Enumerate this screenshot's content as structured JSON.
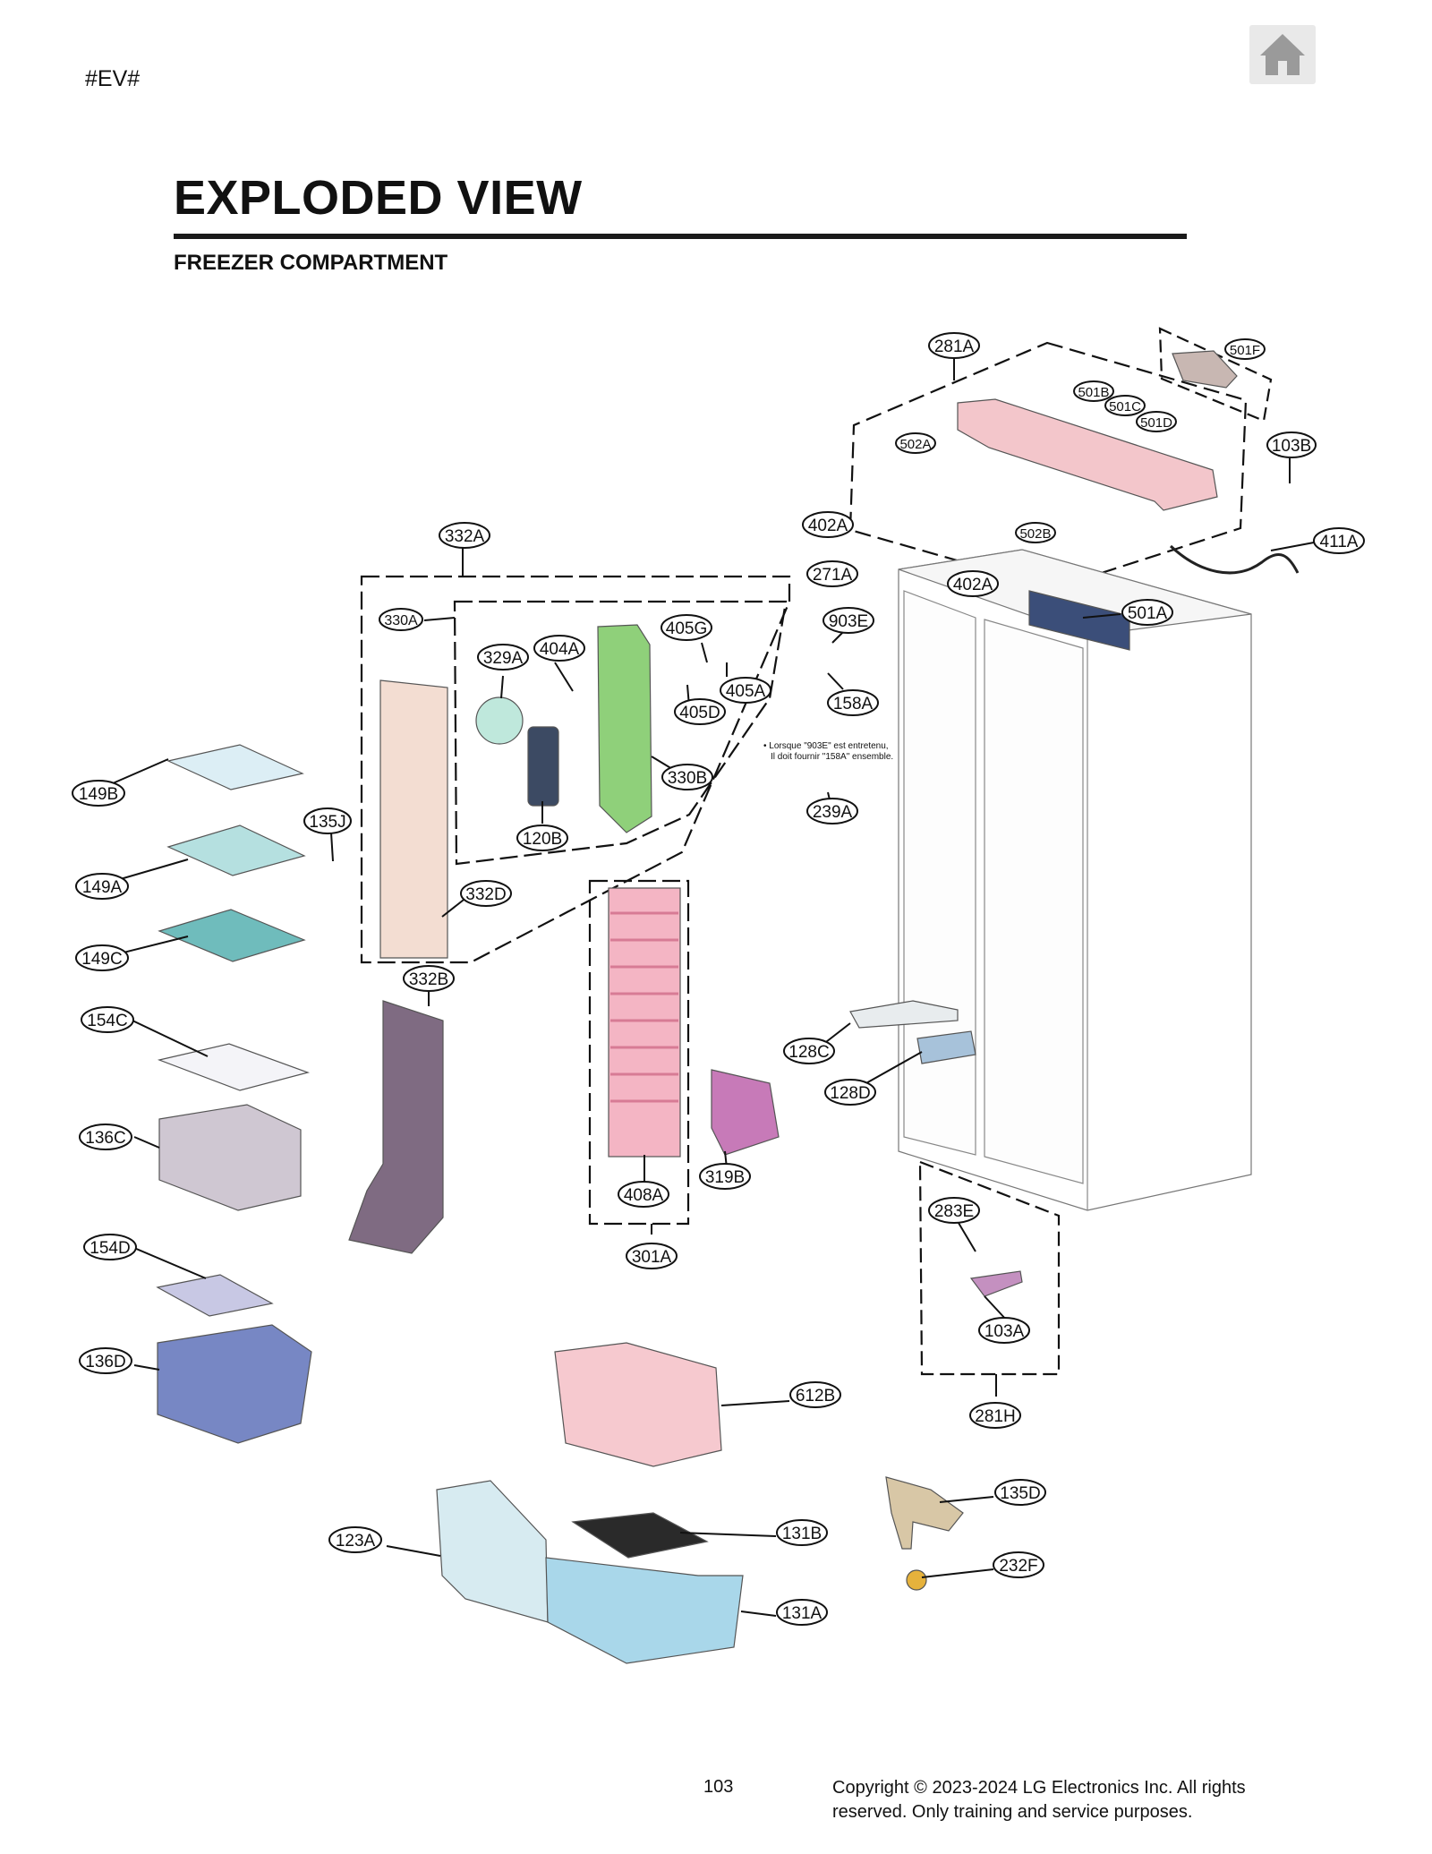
{
  "header": {
    "tag": "#EV#",
    "title": "EXPLODED VIEW",
    "subtitle": "FREEZER COMPARTMENT",
    "home_icon": "home-icon"
  },
  "diagram": {
    "callouts": {
      "281A": "281A",
      "501F": "501F",
      "501B": "501B",
      "501C": "501C",
      "501D": "501D",
      "502A": "502A",
      "103B": "103B",
      "402A_1": "402A",
      "502B": "502B",
      "411A": "411A",
      "271A": "271A",
      "402A_2": "402A",
      "332A": "332A",
      "501A": "501A",
      "330A": "330A",
      "405G": "405G",
      "903E": "903E",
      "329A": "329A",
      "404A": "404A",
      "405A": "405A",
      "405D": "405D",
      "158A": "158A",
      "330B": "330B",
      "149B": "149B",
      "239A": "239A",
      "135J": "135J",
      "120B": "120B",
      "149A": "149A",
      "332D": "332D",
      "149C": "149C",
      "332B": "332B",
      "154C": "154C",
      "128C": "128C",
      "128D": "128D",
      "136C": "136C",
      "319B": "319B",
      "408A": "408A",
      "283E": "283E",
      "154D": "154D",
      "301A": "301A",
      "103A": "103A",
      "136D": "136D",
      "281H": "281H",
      "612B": "612B",
      "135D": "135D",
      "123A": "123A",
      "131B": "131B",
      "232F": "232F",
      "131A": "131A"
    },
    "note_line1": "• Lorsque \"903E\" est entretenu,",
    "note_line2": "Il doit fournir \"158A\" ensemble."
  },
  "footer": {
    "page_number": "103",
    "copyright_line1": "Copyright © 2023-2024 LG Electronics Inc. All rights",
    "copyright_line2": "reserved. Only training and service purposes."
  }
}
